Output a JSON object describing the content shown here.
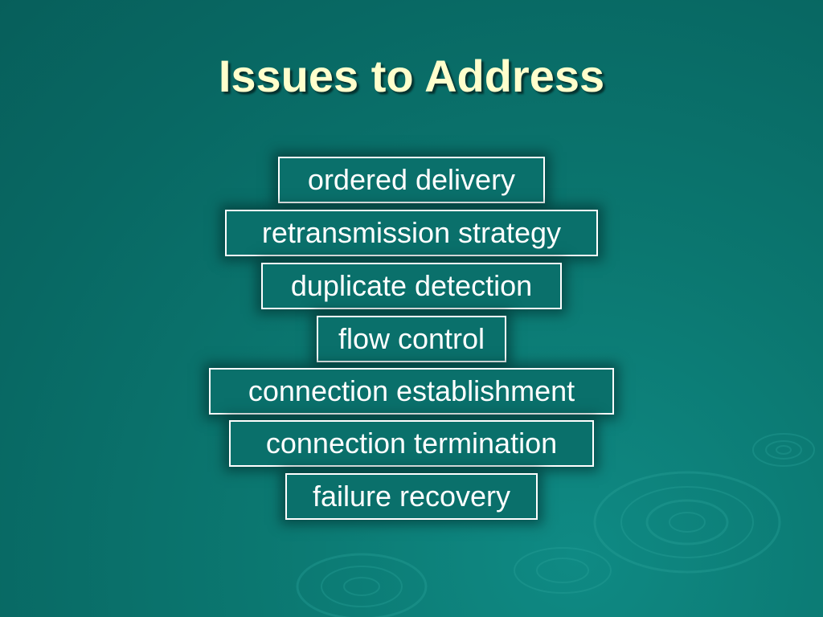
{
  "slide": {
    "title": "Issues to Address",
    "items": [
      "ordered delivery",
      "retransmission strategy",
      "duplicate detection",
      "flow control",
      "connection establishment",
      "connection termination",
      "failure recovery"
    ]
  },
  "colors": {
    "background": "#0b7770",
    "title": "#ffffcc",
    "box_border": "#ffffff",
    "box_text": "#ffffff"
  }
}
